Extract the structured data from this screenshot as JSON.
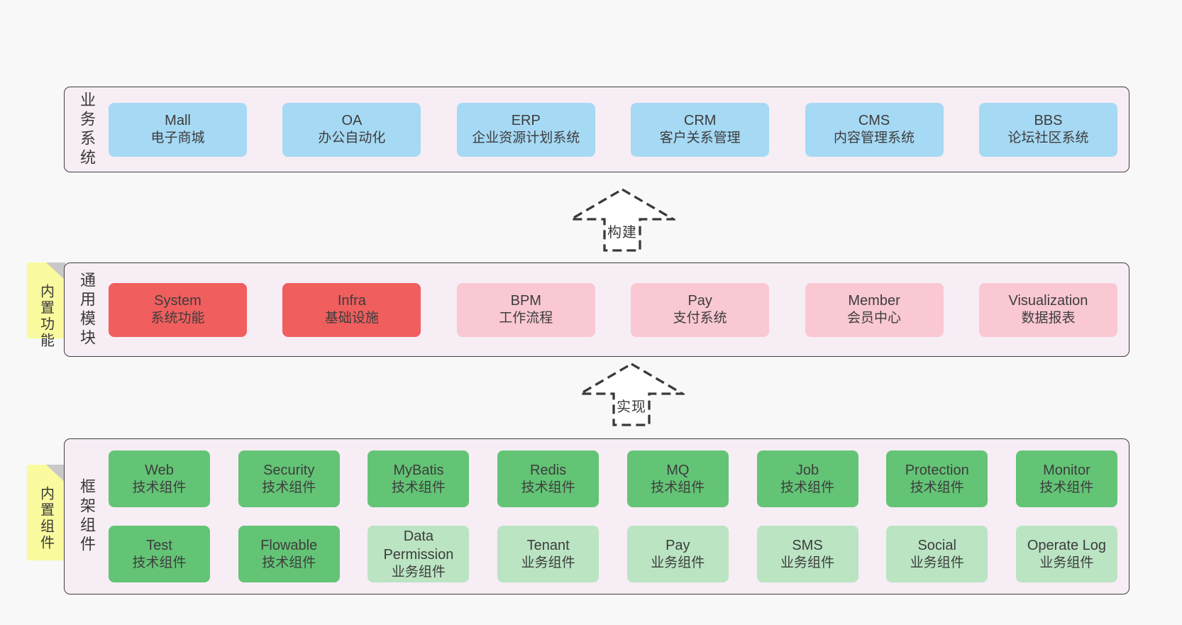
{
  "diagram": {
    "layers": [
      {
        "id": "business-systems",
        "label": "业务系统",
        "sticky": null,
        "rows": [
          [
            {
              "en": "Mall",
              "zh": "电子商城",
              "variant": "blue"
            },
            {
              "en": "OA",
              "zh": "办公自动化",
              "variant": "blue"
            },
            {
              "en": "ERP",
              "zh": "企业资源计划系统",
              "variant": "blue"
            },
            {
              "en": "CRM",
              "zh": "客户关系管理",
              "variant": "blue"
            },
            {
              "en": "CMS",
              "zh": "内容管理系统",
              "variant": "blue"
            },
            {
              "en": "BBS",
              "zh": "论坛社区系统",
              "variant": "blue"
            }
          ]
        ]
      },
      {
        "id": "common-modules",
        "label": "通用模块",
        "sticky": "内置功能",
        "rows": [
          [
            {
              "en": "System",
              "zh": "系统功能",
              "variant": "red"
            },
            {
              "en": "Infra",
              "zh": "基础设施",
              "variant": "red"
            },
            {
              "en": "BPM",
              "zh": "工作流程",
              "variant": "pink"
            },
            {
              "en": "Pay",
              "zh": "支付系统",
              "variant": "pink"
            },
            {
              "en": "Member",
              "zh": "会员中心",
              "variant": "pink"
            },
            {
              "en": "Visualization",
              "zh": "数据报表",
              "variant": "pink"
            }
          ]
        ]
      },
      {
        "id": "framework-components",
        "label": "框架组件",
        "sticky": "内置组件",
        "rows": [
          [
            {
              "en": "Web",
              "zh": "技术组件",
              "variant": "green"
            },
            {
              "en": "Security",
              "zh": "技术组件",
              "variant": "green"
            },
            {
              "en": "MyBatis",
              "zh": "技术组件",
              "variant": "green"
            },
            {
              "en": "Redis",
              "zh": "技术组件",
              "variant": "green"
            },
            {
              "en": "MQ",
              "zh": "技术组件",
              "variant": "green"
            },
            {
              "en": "Job",
              "zh": "技术组件",
              "variant": "green"
            },
            {
              "en": "Protection",
              "zh": "技术组件",
              "variant": "green"
            },
            {
              "en": "Monitor",
              "zh": "技术组件",
              "variant": "green"
            }
          ],
          [
            {
              "en": "Test",
              "zh": "技术组件",
              "variant": "green"
            },
            {
              "en": "Flowable",
              "zh": "技术组件",
              "variant": "green"
            },
            {
              "en": "Data Permission",
              "zh": "业务组件",
              "variant": "lightgreen"
            },
            {
              "en": "Tenant",
              "zh": "业务组件",
              "variant": "lightgreen"
            },
            {
              "en": "Pay",
              "zh": "业务组件",
              "variant": "lightgreen"
            },
            {
              "en": "SMS",
              "zh": "业务组件",
              "variant": "lightgreen"
            },
            {
              "en": "Social",
              "zh": "业务组件",
              "variant": "lightgreen"
            },
            {
              "en": "Operate Log",
              "zh": "业务组件",
              "variant": "lightgreen"
            }
          ]
        ]
      }
    ],
    "arrows": [
      {
        "label": "构建"
      },
      {
        "label": "实现"
      }
    ],
    "colors": {
      "page_bg": "#f8f8f8",
      "layer_bg": "#f7edf5",
      "layer_border": "#3f3f3f",
      "blue": "#a6d9f4",
      "red": "#f05e5e",
      "pink": "#f9c8d2",
      "green": "#63c475",
      "lightgreen": "#bae4c2",
      "sticky": "#fafa9e",
      "sticky_fold": "#c8c8c8",
      "text": "#3d3d3d"
    }
  }
}
